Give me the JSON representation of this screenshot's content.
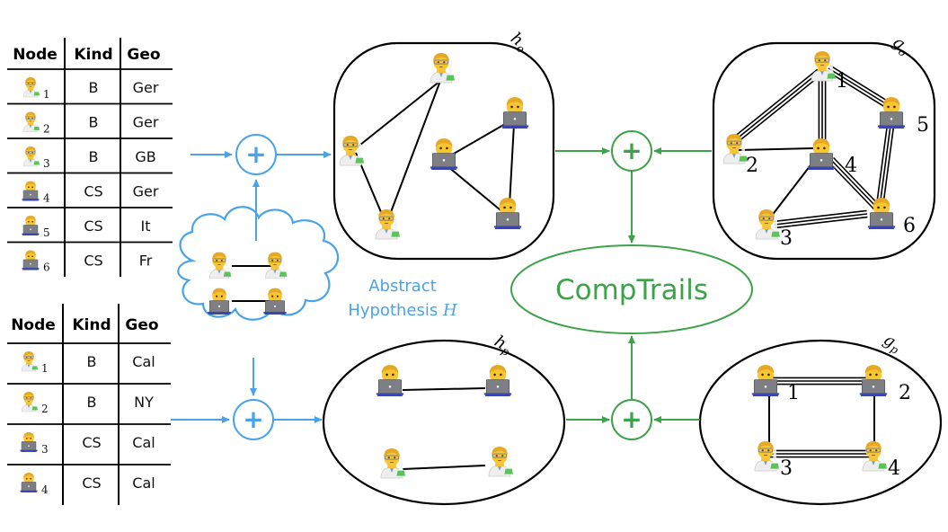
{
  "colors": {
    "blue": "#4aa3e8",
    "green": "#3ea24a",
    "black": "#000000"
  },
  "table_top": {
    "headers": [
      "Node",
      "Kind",
      "Geo"
    ],
    "rows": [
      {
        "icon": "scientist-icon",
        "index": "1",
        "kind": "B",
        "geo": "Ger"
      },
      {
        "icon": "scientist-icon",
        "index": "2",
        "kind": "B",
        "geo": "Ger"
      },
      {
        "icon": "scientist-icon",
        "index": "3",
        "kind": "B",
        "geo": "GB"
      },
      {
        "icon": "technologist-icon",
        "index": "4",
        "kind": "CS",
        "geo": "Ger"
      },
      {
        "icon": "technologist-icon",
        "index": "5",
        "kind": "CS",
        "geo": "It"
      },
      {
        "icon": "technologist-icon",
        "index": "6",
        "kind": "CS",
        "geo": "Fr"
      }
    ]
  },
  "table_bottom": {
    "headers": [
      "Node",
      "Kind",
      "Geo"
    ],
    "rows": [
      {
        "icon": "scientist-icon",
        "index": "1",
        "kind": "B",
        "geo": "Cal"
      },
      {
        "icon": "scientist-icon",
        "index": "2",
        "kind": "B",
        "geo": "NY"
      },
      {
        "icon": "technologist-icon",
        "index": "3",
        "kind": "CS",
        "geo": "Cal"
      },
      {
        "icon": "technologist-icon",
        "index": "4",
        "kind": "CS",
        "geo": "Cal"
      }
    ]
  },
  "hypothesis": {
    "line1": "Abstract",
    "line2": "Hypothesis ",
    "symbol": "H"
  },
  "method_label": "CompTrails",
  "graphs": {
    "h_o": {
      "label": "h",
      "sub": "o"
    },
    "g_o": {
      "label": "g",
      "sub": "o",
      "node_labels": [
        "1",
        "2",
        "3",
        "4",
        "5",
        "6"
      ]
    },
    "h_p": {
      "label": "h",
      "sub": "p"
    },
    "g_p": {
      "label": "g",
      "sub": "p",
      "node_labels": [
        "1",
        "2",
        "3",
        "4"
      ]
    }
  },
  "operators": {
    "combine_symbol": "+"
  }
}
